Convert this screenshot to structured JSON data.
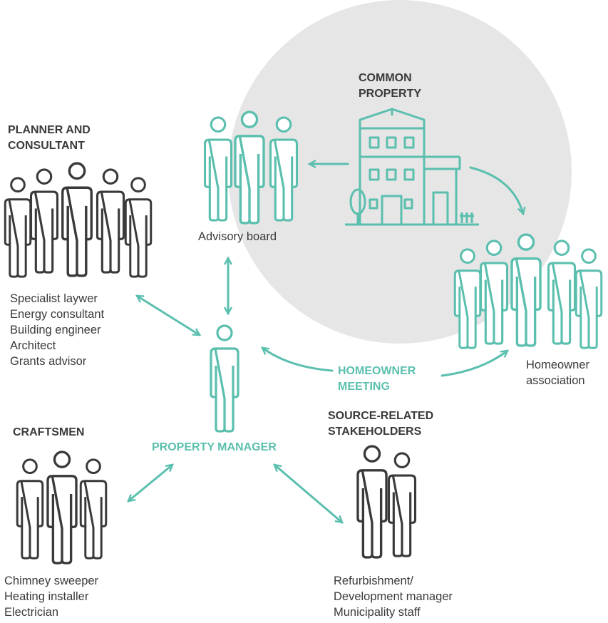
{
  "common_property": {
    "heading": [
      "COMMON",
      "PROPERTY"
    ]
  },
  "advisory_board": {
    "label": "Advisory board"
  },
  "planner": {
    "heading": [
      "PLANNER AND",
      "CONSULTANT"
    ],
    "items": [
      "Specialist laywer",
      "Energy consultant",
      "Building engineer",
      "Architect",
      "Grants advisor"
    ]
  },
  "homeowner_association": {
    "label": [
      "Homeowner",
      "association"
    ]
  },
  "homeowner_meeting": {
    "label": [
      "HOMEOWNER",
      "MEETING"
    ]
  },
  "property_manager": {
    "label": "PROPERTY MANAGER"
  },
  "craftsmen": {
    "heading": "CRAFTSMEN",
    "items": [
      "Chimney sweeper",
      "Heating installer",
      "Electrician"
    ]
  },
  "source_related": {
    "heading": [
      "SOURCE-RELATED",
      "STAKEHOLDERS"
    ],
    "items": [
      "Refurbishment/",
      "Development manager",
      "Municipality staff"
    ]
  },
  "colors": {
    "teal": "#5bbfae",
    "dark": "#3a3a3a",
    "circle": "#e6e6e6"
  },
  "icons": [
    "group-of-three-icon",
    "group-of-five-icon",
    "building-icon",
    "person-icon",
    "group-of-two-icon",
    "arrow-icon"
  ]
}
